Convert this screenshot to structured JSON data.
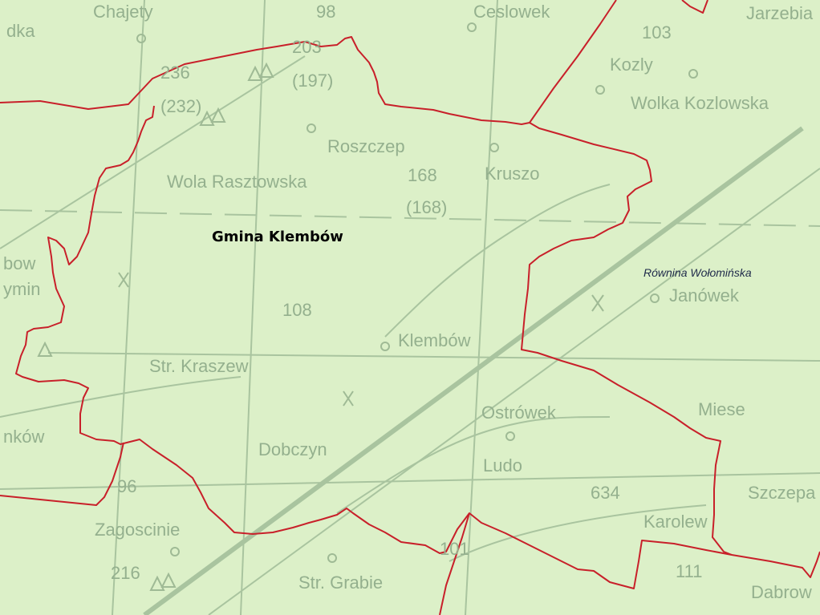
{
  "colors": {
    "background": "#dcf0c8",
    "boundary": "#c8202a",
    "topo_line": "#a9c49f",
    "road_line": "#9fba95",
    "label_text": "#94b08e"
  },
  "map": {
    "gmina_label": "Gmina Klembów",
    "region_label": "Równina Wołomińska",
    "place_labels": {
      "dka": "dka",
      "chajety": "Chajety",
      "n98": "98",
      "n203": "203",
      "n197": "(197)",
      "n236": "236",
      "n232": "(232)",
      "ceslowek": "Ceslowek",
      "n103_top": "103",
      "jarzebia": "Jarzebia",
      "kozly": "Kozly",
      "wolka": "Wolka Kozlowska",
      "roszczep": "Roszczep",
      "wola": "Wola Rasztowska",
      "n168": "168",
      "n168b": "(168)",
      "kruszo": "Kruszo",
      "bow": "bow",
      "ymin": "ymin",
      "n108": "108",
      "klembow": "Klembów",
      "janowek": "Janówek",
      "str_kraszew": "Str. Kraszew",
      "ostrowek": "Ostrówek",
      "miese": "Miese",
      "nkow": "nków",
      "dobczyn": "Dobczyn",
      "ludo": "Ludo",
      "n96": "96",
      "n634": "634",
      "szczepa": "Szczepa",
      "karolew": "Karolew",
      "zagoscinie": "Zagoscinie",
      "n101": "101",
      "n216": "216",
      "str_grabie": "Str. Grabie",
      "n111": "111",
      "dabrow": "Dabrow"
    },
    "icons": [
      "forest-icon",
      "cross-icon",
      "village-circle-icon"
    ]
  }
}
